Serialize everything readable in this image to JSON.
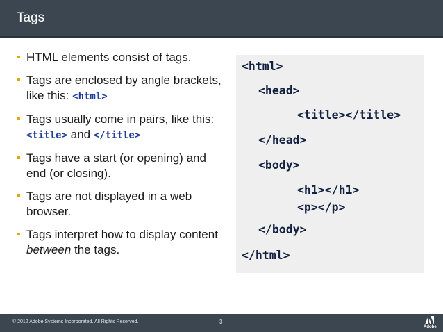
{
  "slide": {
    "title": "Tags"
  },
  "bullets": [
    {
      "parts": [
        {
          "t": "HTML elements consist of tags."
        }
      ]
    },
    {
      "parts": [
        {
          "t": "Tags are enclosed by angle brackets, like this: "
        },
        {
          "t": "<html>",
          "code": true
        }
      ]
    },
    {
      "parts": [
        {
          "t": "Tags usually come in pairs, like this: "
        },
        {
          "t": "<title>",
          "code": true
        },
        {
          "t": " and "
        },
        {
          "t": "</title>",
          "code": true
        }
      ]
    },
    {
      "parts": [
        {
          "t": "Tags have a start (or opening) and end (or closing)."
        }
      ]
    },
    {
      "parts": [
        {
          "t": "Tags are not displayed in a web browser."
        }
      ]
    },
    {
      "parts": [
        {
          "t": "Tags interpret how to display content "
        },
        {
          "t": "between",
          "em": true
        },
        {
          "t": " the tags."
        }
      ]
    }
  ],
  "code_example": {
    "lines": [
      "<html>",
      "<head>",
      "<title></title>",
      "</head>",
      "<body>",
      "<h1></h1>",
      "<p></p>",
      "</body>",
      "</html>"
    ]
  },
  "footer": {
    "copyright": "© 2012 Adobe Systems Incorporated.  All Rights Reserved.",
    "page_number": "3",
    "logo_text": "Adobe"
  },
  "colors": {
    "title_bar": "#3b4650",
    "bullet_marker": "#e0a800",
    "inline_code": "#1f3e9c",
    "code_panel": "#efefef",
    "code_text": "#12213f"
  }
}
